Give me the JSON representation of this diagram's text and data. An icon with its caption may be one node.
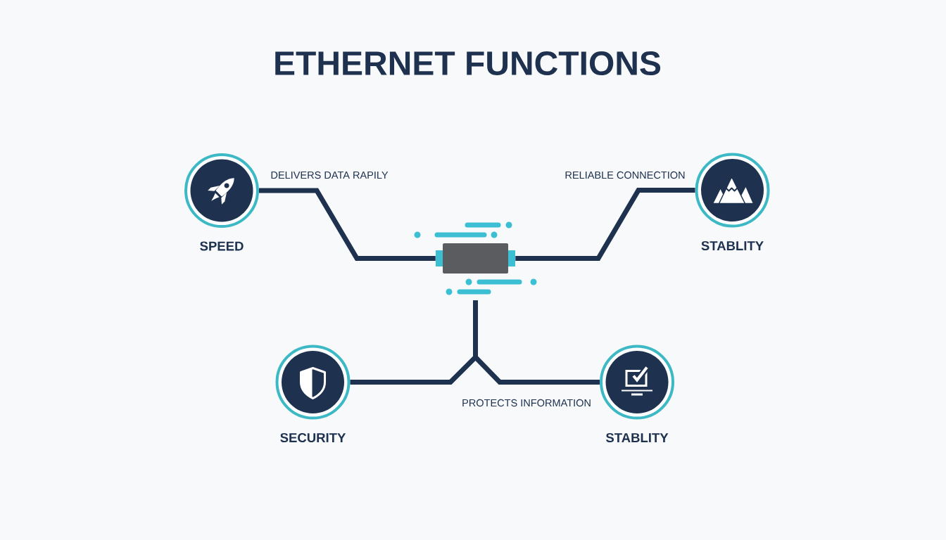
{
  "diagram": {
    "title": "ETHERNET FUNCTIONS",
    "nodes": [
      {
        "text": [
          "SPEED"
        ]
      },
      {
        "text": [
          "STABLITY"
        ]
      },
      {
        "text": [],
        "shape": "box"
      },
      {
        "text": [
          "SECURITY"
        ]
      },
      {
        "text": [
          "STABLITY"
        ]
      }
    ],
    "edges": [
      {
        "from": 0,
        "to": 2,
        "arrow": "none",
        "label": "DELIVERS DATA RAPILY"
      },
      {
        "from": 2,
        "to": 1,
        "arrow": "none",
        "label": "RELIABLE CONNECTION"
      },
      {
        "from": 2,
        "to": 3,
        "arrow": "none"
      },
      {
        "from": 2,
        "to": 4,
        "arrow": "none",
        "label": "PROTECTS INFORMATION"
      }
    ]
  }
}
